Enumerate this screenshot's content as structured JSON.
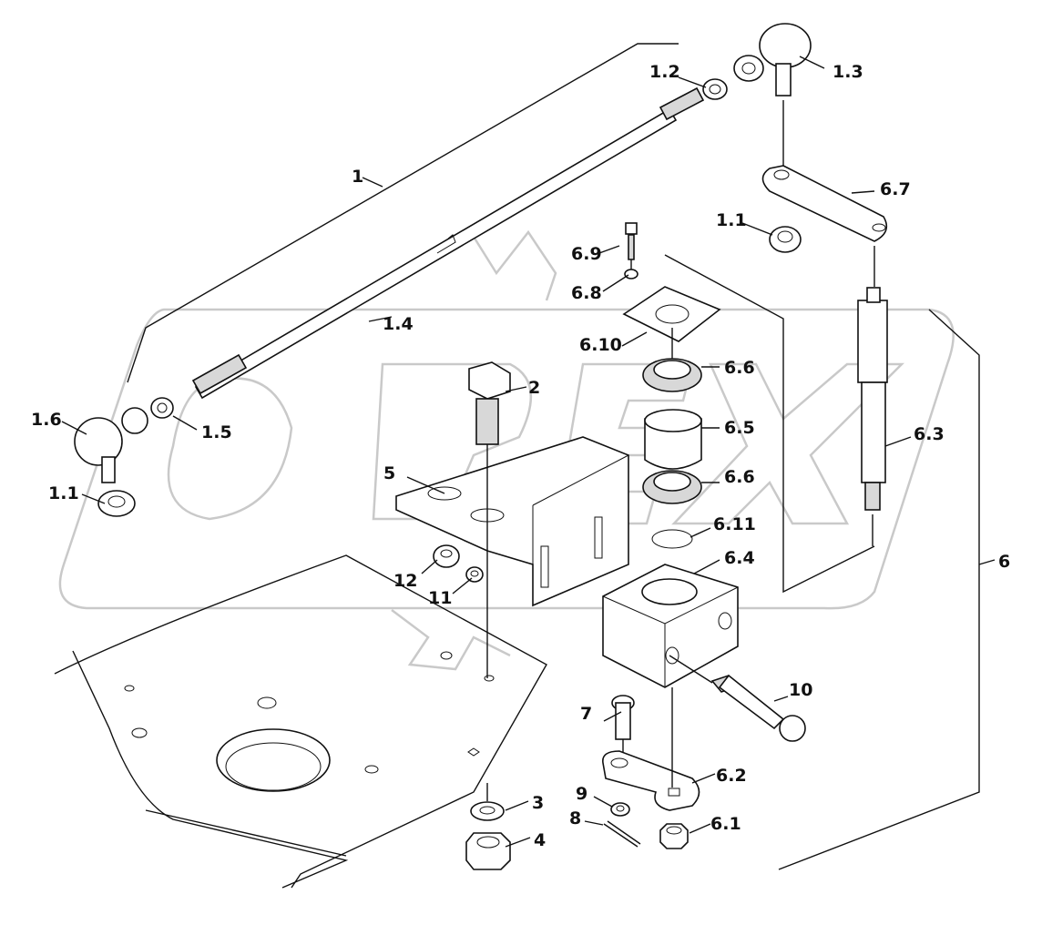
{
  "labels": {
    "l1": "1",
    "l1_2": "1.2",
    "l1_3": "1.3",
    "l6_7": "6.7",
    "l1_1_upper": "1.1",
    "l6_9": "6.9",
    "l6_8": "6.8",
    "l6_10": "6.10",
    "l6_6_upper": "6.6",
    "l6_5": "6.5",
    "l6_6_lower": "6.6",
    "l6_11": "6.11",
    "l6_4": "6.4",
    "l6_3": "6.3",
    "l6": "6",
    "l2": "2",
    "l5": "5",
    "l12": "12",
    "l11": "11",
    "l1_4": "1.4",
    "l1_5": "1.5",
    "l1_6": "1.6",
    "l1_1_lower": "1.1",
    "l3": "3",
    "l4": "4",
    "l7": "7",
    "l6_2": "6.2",
    "l9": "9",
    "l8": "8",
    "l6_1": "6.1",
    "l10": "10"
  }
}
